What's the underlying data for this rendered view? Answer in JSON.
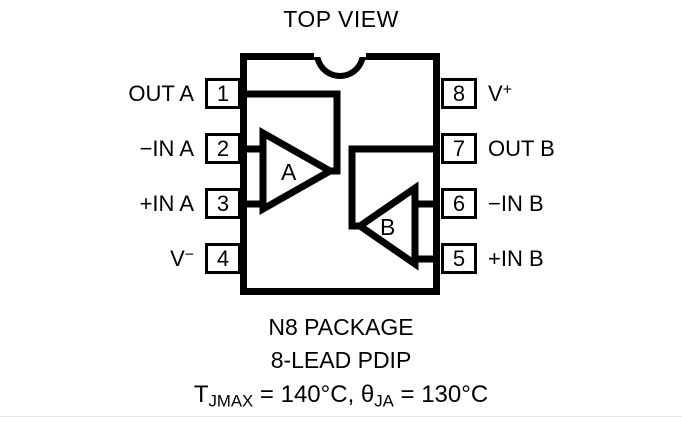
{
  "title": "TOP VIEW",
  "package": {
    "notch_icon": "package-notch-icon",
    "amplifier_a_label": "A",
    "amplifier_b_label": "B"
  },
  "pins_left": [
    {
      "number": "1",
      "label_html": "OUT A",
      "label_text": "OUT A"
    },
    {
      "number": "2",
      "label_html": "−IN A",
      "label_text": "-IN A"
    },
    {
      "number": "3",
      "label_html": "+IN A",
      "label_text": "+IN A"
    },
    {
      "number": "4",
      "label_html": "V<sup>−</sup>",
      "label_text": "V-"
    }
  ],
  "pins_right": [
    {
      "number": "8",
      "label_html": "V<sup>+</sup>",
      "label_text": "V+"
    },
    {
      "number": "7",
      "label_html": "OUT B",
      "label_text": "OUT B"
    },
    {
      "number": "6",
      "label_html": "−IN B",
      "label_text": "-IN B"
    },
    {
      "number": "5",
      "label_html": "+IN B",
      "label_text": "+IN B"
    }
  ],
  "caption": {
    "package_name": "N8 PACKAGE",
    "lead_count": "8-LEAD PDIP",
    "thermal_html": "T<sub>JMAX</sub> = 140°C, θ<sub>JA</sub> = 130°C",
    "thermal_text": "TJMAX = 140°C, θJA = 130°C"
  },
  "colors": {
    "ink": "#000000",
    "background": "#ffffff",
    "rule": "#e4e4e4"
  }
}
